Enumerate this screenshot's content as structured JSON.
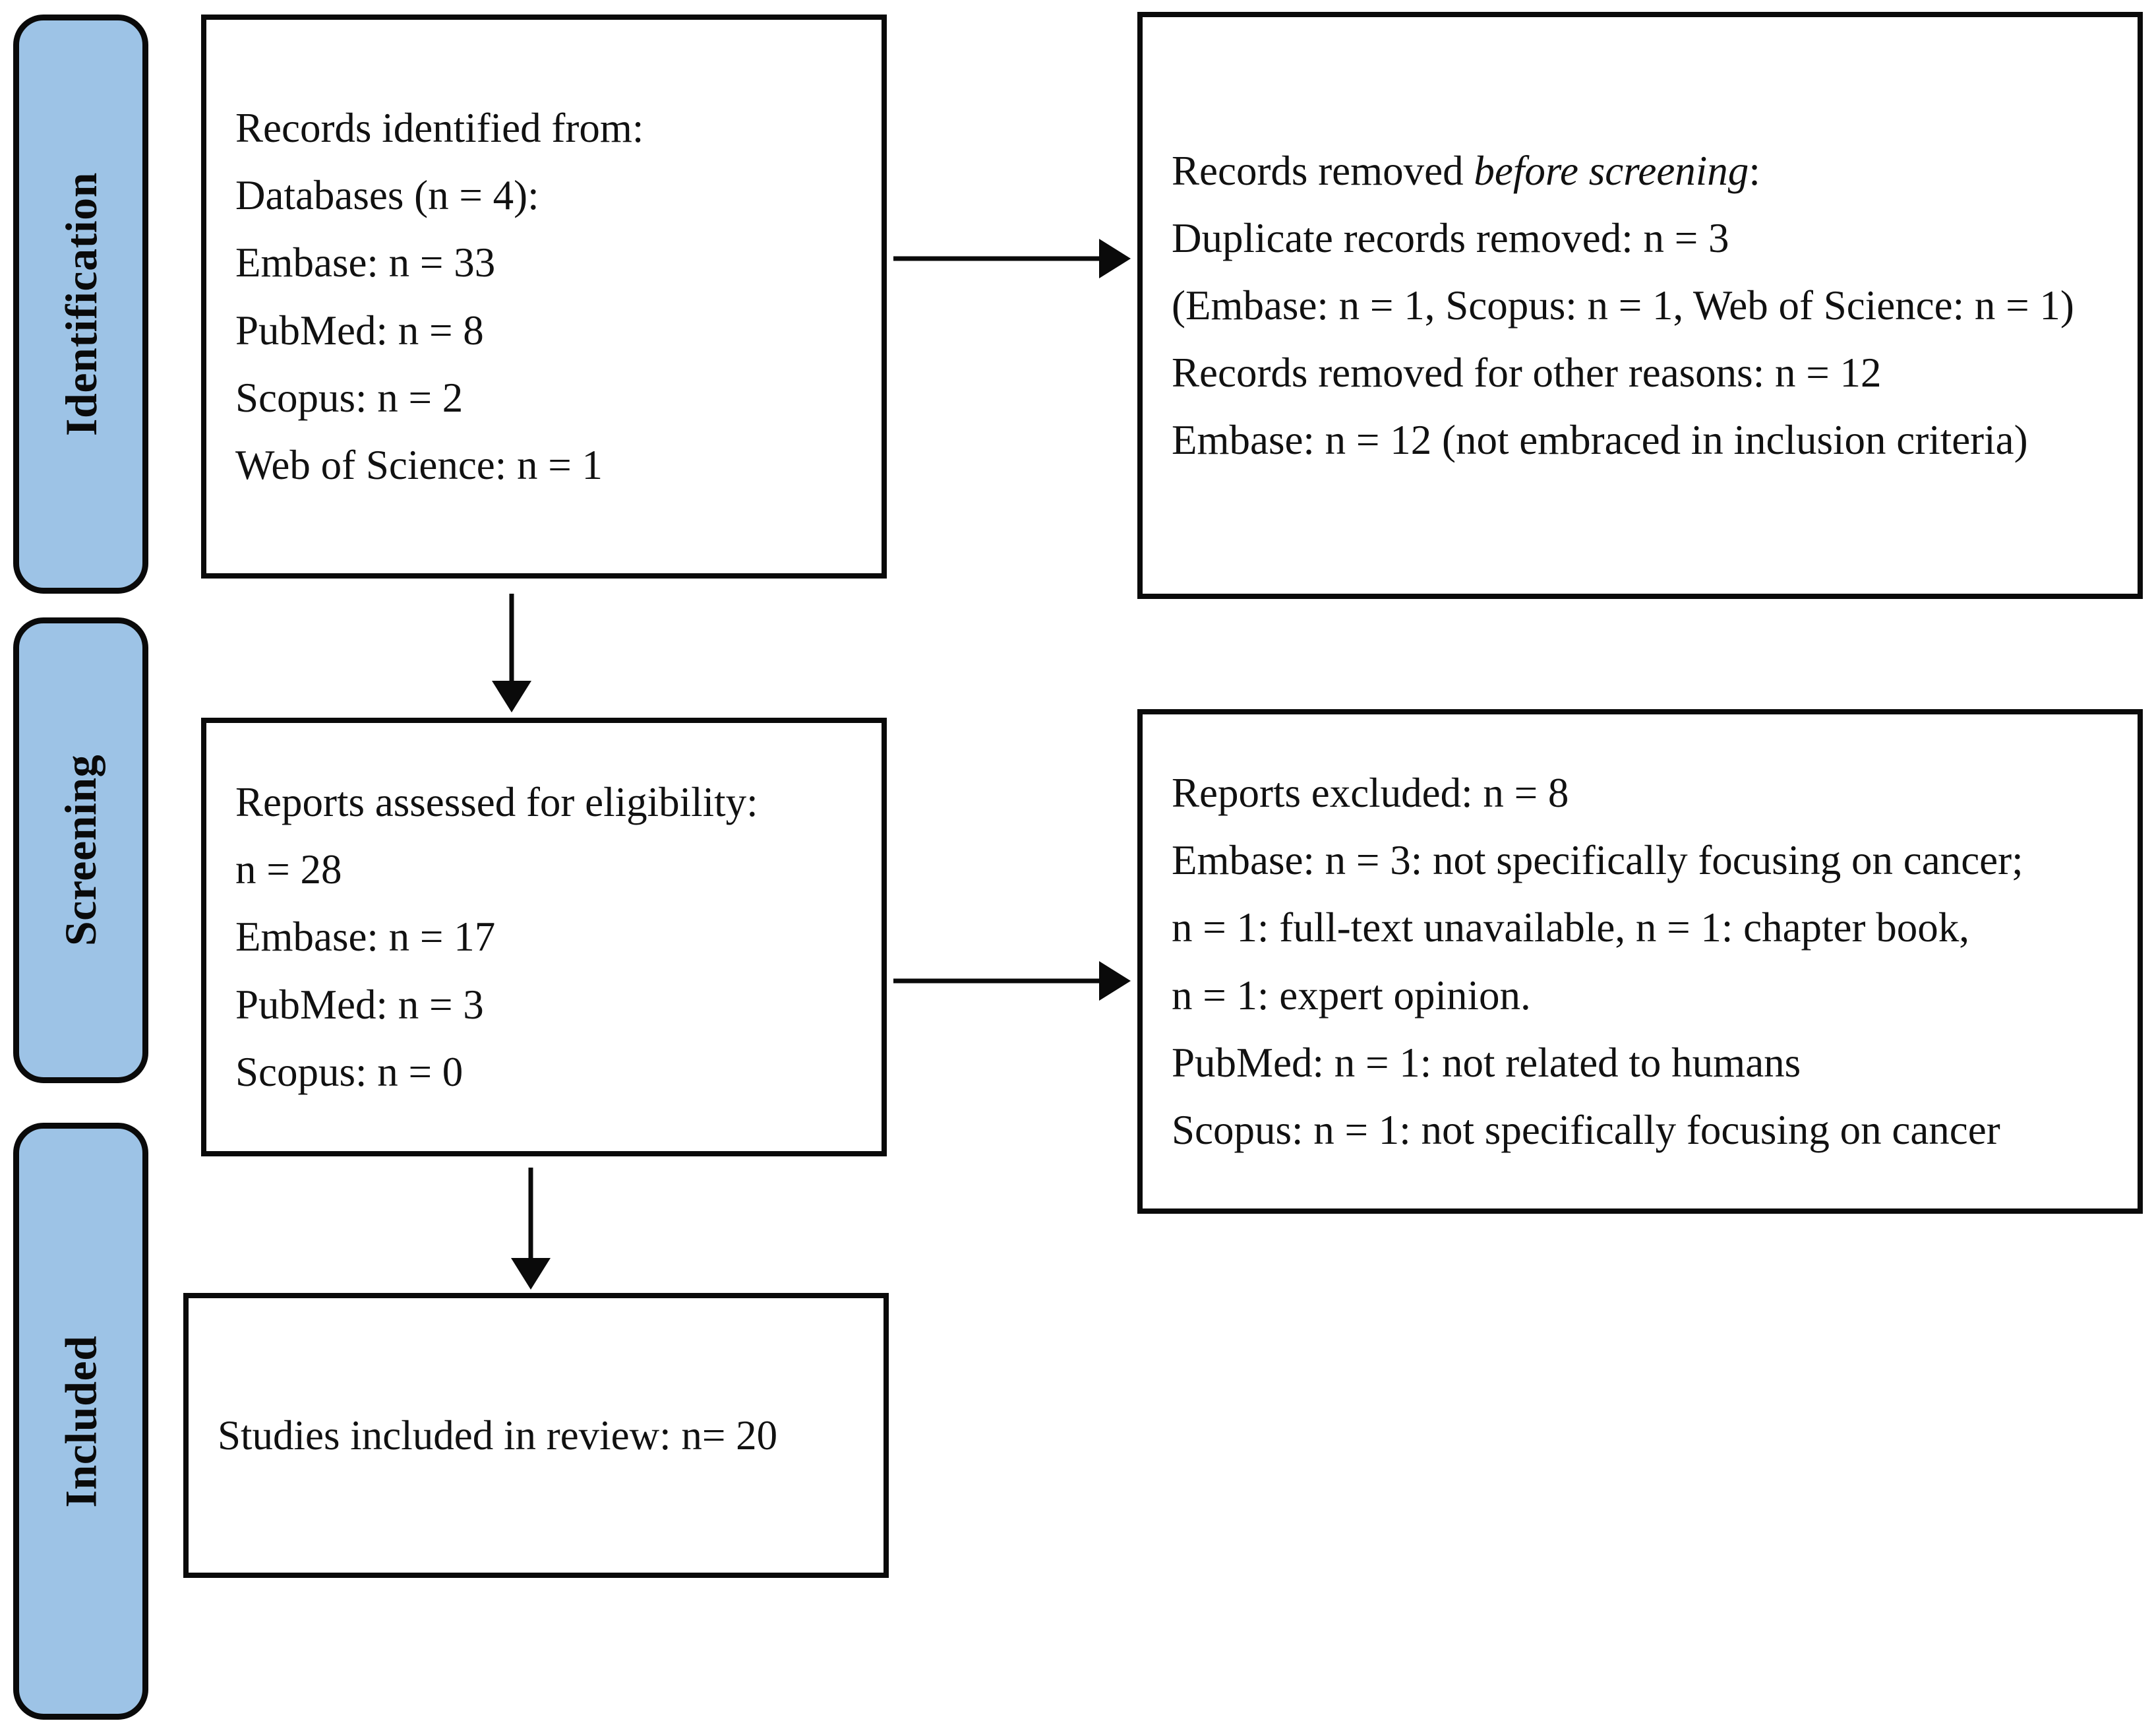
{
  "diagram": {
    "type": "prisma-flow-diagram",
    "accent_color": "#9DC3E6",
    "line_color": "#0A0A0A",
    "background_color": "#FFFFFF"
  },
  "stages": [
    {
      "id": "identification",
      "label": "Identification"
    },
    {
      "id": "screening",
      "label": "Screening"
    },
    {
      "id": "included",
      "label": "Included"
    }
  ],
  "boxes": {
    "records_identified": {
      "lines": [
        "Records identified from:",
        "Databases (n = 4):",
        "Embase: n = 33",
        "PubMed: n = 8",
        "Scopus: n = 2",
        "Web of Science: n = 1"
      ]
    },
    "records_removed": {
      "title_prefix": "Records removed ",
      "title_italic": "before screening",
      "title_suffix": ":",
      "lines": [
        "Duplicate records removed: n = 3",
        "(Embase: n = 1, Scopus: n = 1, Web of Science: n = 1)",
        "Records removed for other reasons: n = 12",
        "Embase: n = 12 (not embraced in inclusion criteria)"
      ]
    },
    "reports_assessed": {
      "lines": [
        "Reports assessed for eligibility:",
        "n = 28",
        "Embase: n = 17",
        "PubMed: n = 3",
        "Scopus: n = 0"
      ]
    },
    "reports_excluded": {
      "lines": [
        "Reports excluded: n = 8",
        "Embase: n = 3: not specifically focusing on cancer;",
        "n = 1: full-text unavailable, n = 1: chapter book,",
        "n = 1: expert opinion.",
        "PubMed: n = 1: not related to humans",
        "Scopus: n = 1: not specifically focusing on cancer"
      ]
    },
    "studies_included": {
      "lines": [
        "Studies included in review: n= 20"
      ]
    }
  },
  "connectors": [
    {
      "id": "identified-to-removed",
      "direction": "right"
    },
    {
      "id": "identified-to-assessed",
      "direction": "down"
    },
    {
      "id": "assessed-to-excluded",
      "direction": "right"
    },
    {
      "id": "assessed-to-included",
      "direction": "down"
    }
  ]
}
